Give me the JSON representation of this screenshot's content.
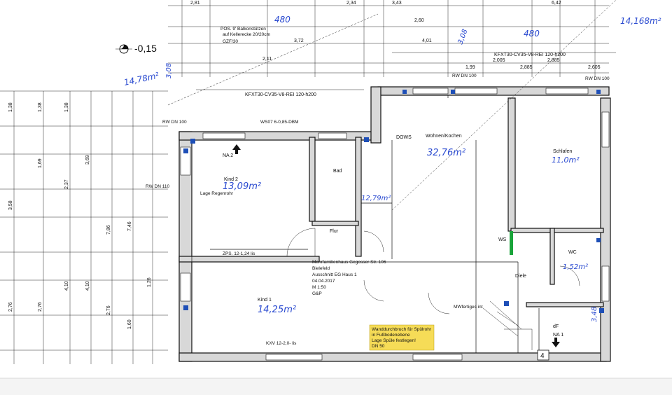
{
  "labels": {
    "level": "-0,15",
    "pos9": "POS. 9' Balkonstützen",
    "kellerecke": "auf Kellerecke 20/20cm",
    "gzf": "GZF/30",
    "kfxt_top": "KFXT30-CV35-V8-REI 120-h200",
    "kfxt_left": "KFXT30-CV35-V8-REI 120-h200",
    "ws07": "WS07 6-0,85-DBM",
    "rw_dn100_left": "RW DN 100",
    "rw_dn100_mid": "RW DN 100",
    "rw_dn100_right": "RW DN 100",
    "rw_dn110": "RW DN 110",
    "na2": "NA 2",
    "kind2": "Kind 2",
    "kind1": "Kind 1",
    "bad": "Bad",
    "flur": "Flur",
    "wohnen": "Wohnen/Kochen",
    "schlafen": "Schlafen",
    "diele": "Diele",
    "wc": "WC",
    "ws": "WS",
    "dows": "DOWS",
    "lage_regenrohr": "Lage Regenrohr",
    "zps": "ZPS. 12-1,24 lis",
    "kxv": "KXV 12-2,0- lis",
    "mwf": "MWfertiges int",
    "title_block": [
      "Mehrfamilienhaus Gegosser Str. 106",
      "Bielefeld",
      "Ausschnitt EG Haus 1",
      "04.04.2017",
      "M 1:50",
      "G&P"
    ],
    "note_yellow": [
      "Wanddurchbruch für Spülrohr",
      "in Fußbodenebene",
      "Lage Spüle festlegen!",
      "DN 50"
    ],
    "na1": "NA 1",
    "df": "dF",
    "four": "4"
  },
  "handwritten": {
    "area_kind2": "13,09m²",
    "area_kind1": "14,25m²",
    "area_wohnen": "32,76m²",
    "area_schlafen": "11,0m²",
    "area_bad": "12,79m²",
    "area_wc": "1,52m²",
    "area_balkon_left": "14,78m²",
    "area_balkon_right": "14,168m²",
    "dim_480a": "480",
    "dim_480b": "480",
    "dim_308a": "3,08",
    "dim_308b": "3,08",
    "dim_348": "3,48"
  },
  "dims_top": [
    "2,81",
    "2,34",
    "3,43",
    "6,42",
    "2,11",
    "2,60",
    "4,01",
    "2,885",
    "1,99",
    "2,005",
    "2,885",
    "3,72",
    "2,605"
  ],
  "dims_left": [
    "1,38",
    "1,38",
    "1,38",
    "3,58",
    "3,69",
    "2,37",
    "1,69",
    "7,86",
    "7,46",
    "4,10",
    "4,10",
    "2,76",
    "2,76",
    "1,26",
    "1,60",
    "2,76"
  ],
  "colors": {
    "wall_fill": "#d8d8d8",
    "hand_blue": "#2a4ad0",
    "marker_blue": "#1e4fb7",
    "note_yellow": "#f6dc57",
    "green": "#19a43a"
  }
}
